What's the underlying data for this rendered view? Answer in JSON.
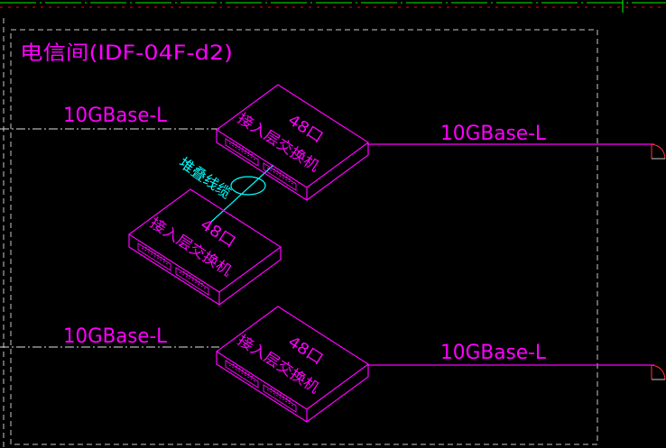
{
  "room": {
    "label": "电信间(IDF-04F-d2)"
  },
  "links": [
    {
      "id": "uplink-left-1",
      "label": "10GBase-L"
    },
    {
      "id": "uplink-right-1",
      "label": "10GBase-L"
    },
    {
      "id": "uplink-left-2",
      "label": "10GBase-L"
    },
    {
      "id": "uplink-right-2",
      "label": "10GBase-L"
    }
  ],
  "switches": [
    {
      "id": "switch-1",
      "ports": "48口",
      "name": "接入层交换机"
    },
    {
      "id": "switch-2",
      "ports": "48口",
      "name": "接入层交换机"
    },
    {
      "id": "switch-3",
      "ports": "48口",
      "name": "接入层交换机"
    }
  ],
  "stack": {
    "label": "堆叠线缆"
  },
  "colors": {
    "background": "#000000",
    "device": "#ff00ff",
    "stack": "#00ffff",
    "border": "#c8c8c8",
    "link-text": "#ff00ff",
    "top-line": "#00ff00",
    "corner-mark": "#ff3333"
  }
}
